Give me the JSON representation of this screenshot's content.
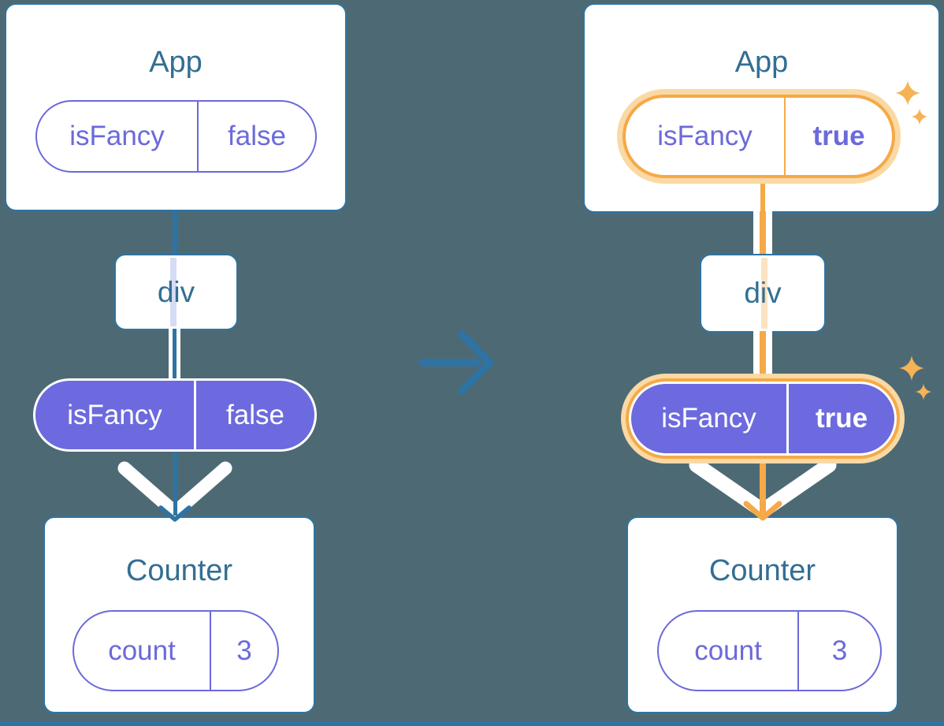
{
  "diagram": {
    "description": "React component tree prop transition diagram",
    "colors": {
      "background": "#4D6A74",
      "card_border": "#2E73A3",
      "title_text": "#336E93",
      "purple_outline": "#6B6ADA",
      "purple_fill": "#6C6ADE",
      "purple_bold_value": "#5756D6",
      "orange_highlight": "#F5A947",
      "orange_halo": "#FAD9A4",
      "lavender_trace": "#D7DCF5",
      "peach_trace": "#FBE3C2",
      "arrow_white": "#FFFFFF"
    },
    "before": {
      "app": {
        "title": "App",
        "prop": {
          "name": "isFancy",
          "value": "false"
        }
      },
      "div": {
        "label": "div"
      },
      "passed_prop": {
        "name": "isFancy",
        "value": "false"
      },
      "counter": {
        "title": "Counter",
        "state": {
          "name": "count",
          "value": "3"
        }
      }
    },
    "after": {
      "app": {
        "title": "App",
        "prop": {
          "name": "isFancy",
          "value": "true"
        }
      },
      "div": {
        "label": "div"
      },
      "passed_prop": {
        "name": "isFancy",
        "value": "true"
      },
      "counter": {
        "title": "Counter",
        "state": {
          "name": "count",
          "value": "3"
        }
      }
    }
  }
}
